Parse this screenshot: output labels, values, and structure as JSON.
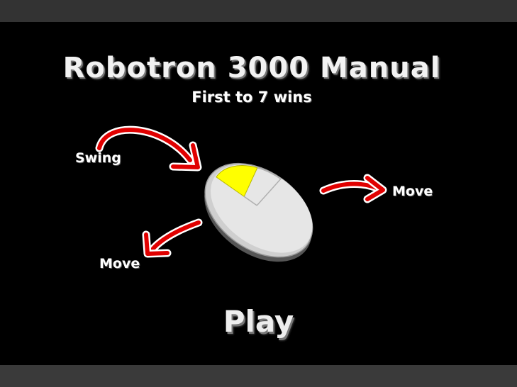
{
  "game": {
    "title": "Robotron 3000 Manual",
    "subtitle": "First to 7 wins",
    "controls": {
      "swing_label": "Swing",
      "move_right_label": "Move",
      "move_left_label": "Move"
    },
    "play_label": "Play"
  },
  "colors": {
    "background": "#000000",
    "frame_bar": "#333333",
    "arrow": "#e00000",
    "mouse_body": "#e6e6e6",
    "mouse_button_highlight": "#ffff00",
    "text": "#ffffff"
  },
  "icons": [
    "mouse-icon",
    "swing-arrow-icon",
    "move-right-arrow-icon",
    "move-left-arrow-icon"
  ]
}
